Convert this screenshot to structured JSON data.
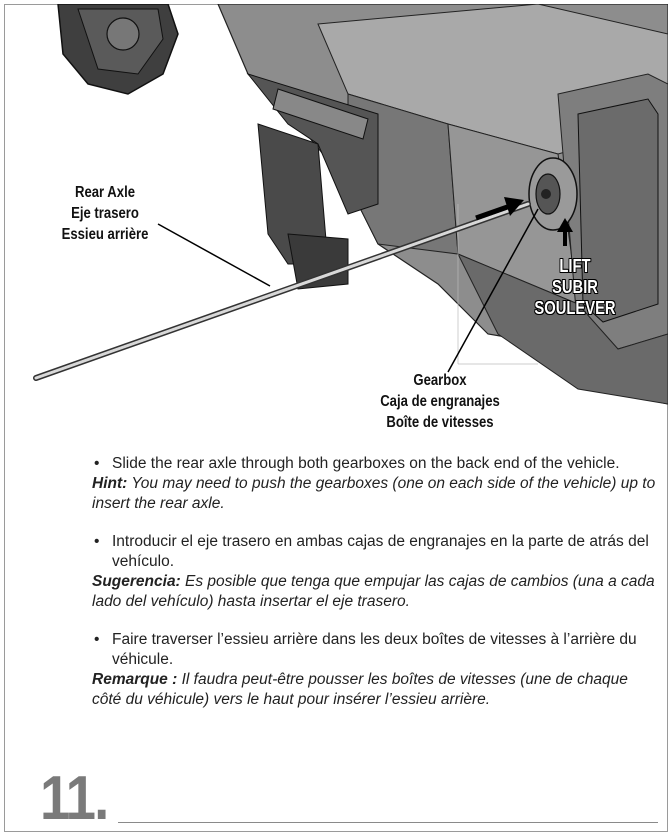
{
  "callouts": {
    "rear_axle": [
      "Rear Axle",
      "Eje trasero",
      "Essieu arrière"
    ],
    "gearbox": [
      "Gearbox",
      "Caja de engranajes",
      "Boîte de vitesses"
    ],
    "lift": [
      "LIFT",
      "SUBIR",
      "SOULEVER"
    ]
  },
  "instructions": [
    {
      "bullet": "Slide the rear axle through both gearboxes on the back end of the vehicle.",
      "hint_label": "Hint:",
      "hint_text": " You may need to push the gearboxes (one on each side of the vehicle) up to insert the rear axle."
    },
    {
      "bullet": "Introducir el eje trasero en ambas cajas de engranajes en la parte de atrás del vehículo.",
      "hint_label": "Sugerencia:",
      "hint_text": " Es posible que tenga que empujar las cajas de cambios (una a cada lado del vehículo) hasta insertar el eje trasero."
    },
    {
      "bullet": "Faire traverser l’essieu arrière dans les deux boîtes de vitesses à l’arrière du véhicule.",
      "hint_label": "Remarque :",
      "hint_text": " Il faudra peut-être pousser les boîtes de vitesses (une de chaque côté du véhicule) vers le haut pour insérer l’essieu arrière."
    }
  ],
  "step": {
    "number": "11."
  }
}
